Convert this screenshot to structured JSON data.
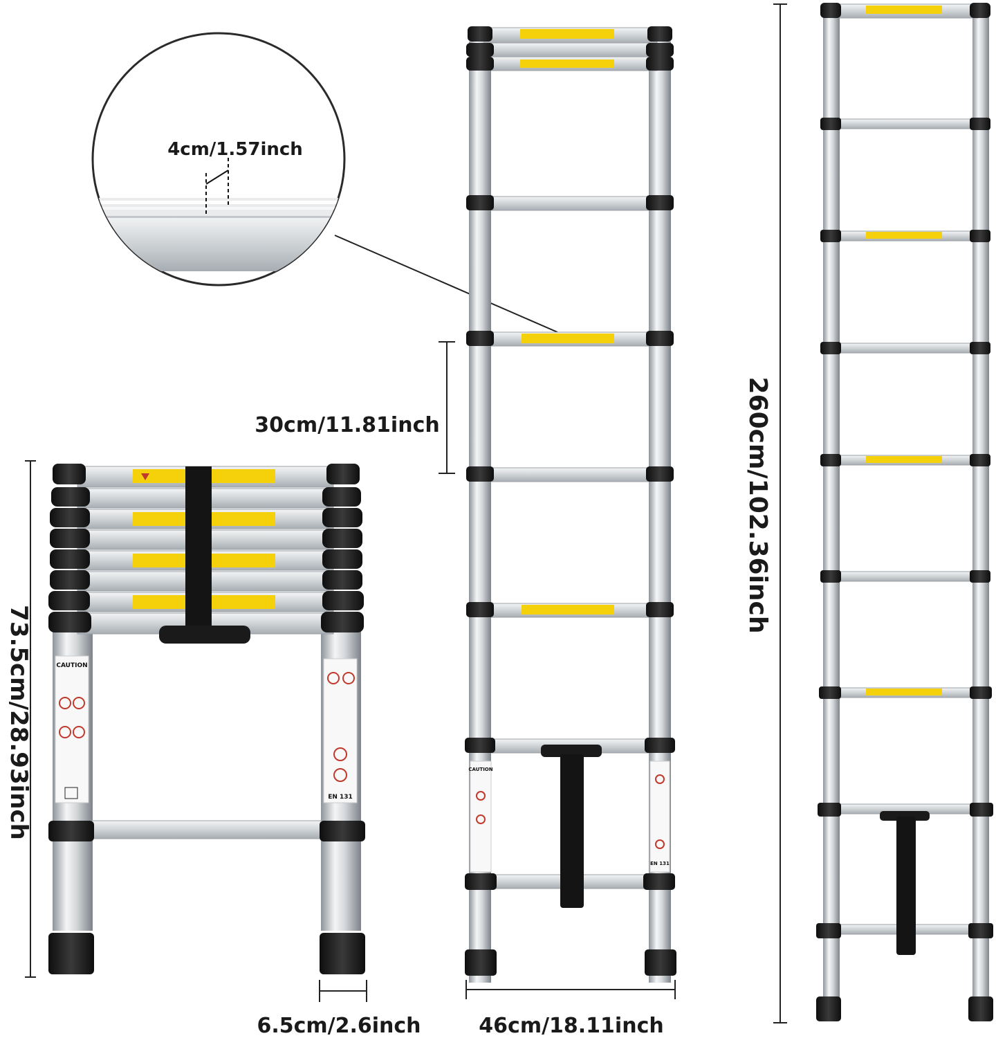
{
  "dimensions": {
    "tread_depth": "4cm/1.57inch",
    "rung_spacing": "30cm/11.81inch",
    "collapsed_height": "73.5cm/28.93inch",
    "extended_height": "260cm/102.36inch",
    "tube_width": "6.5cm/2.6inch",
    "ladder_width": "46cm/18.11inch"
  },
  "labels": {
    "caution_title": "CAUTION",
    "caution_title_mid": "CAUTION",
    "standard": "EN 131",
    "standard_mid": "EN 131"
  },
  "colors": {
    "aluminum": "#d9dcdf",
    "aluminum_dark": "#9aa0a6",
    "cap_black": "#1c1c1c",
    "warning_yellow": "#f5d10c",
    "dimension_line": "#222222"
  },
  "icons": [
    "warning-triangle-icon",
    "prohibition-icon",
    "weight-limit-icon"
  ]
}
